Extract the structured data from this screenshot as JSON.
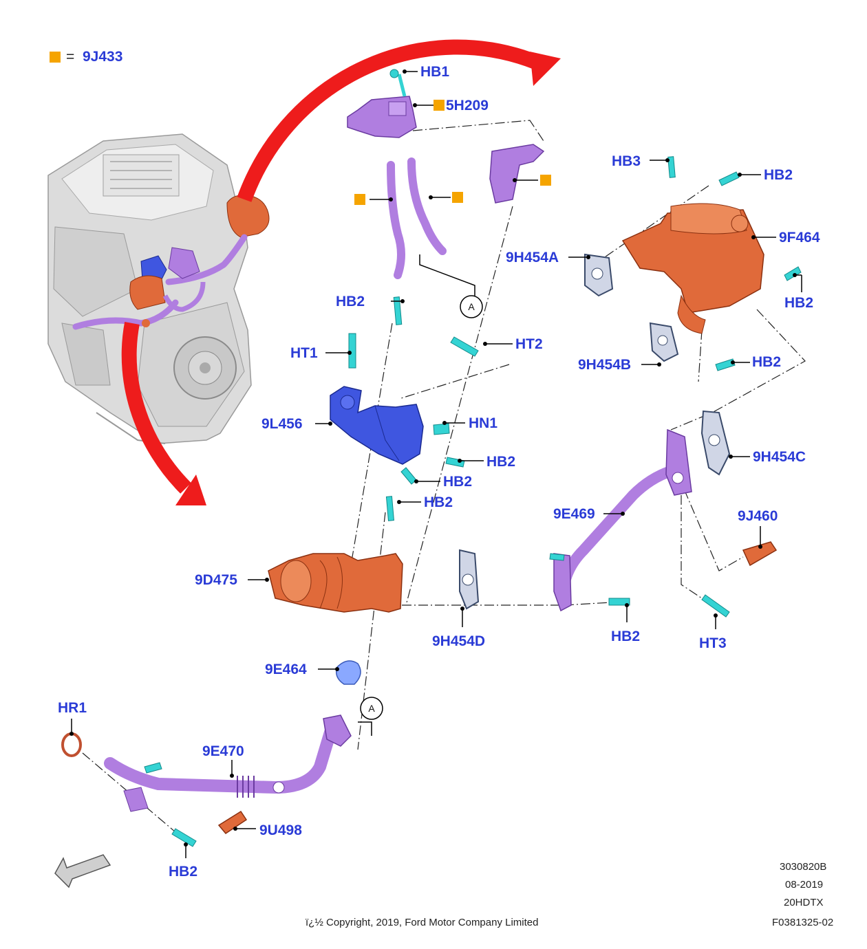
{
  "legend": {
    "equals": "=",
    "code": "9J433"
  },
  "colors": {
    "label": "#2a3bd6",
    "marker": "#f5a400",
    "arrow": "#ee1c1c",
    "purple_part": "#b07ee0",
    "orange_part": "#e06a3a",
    "blue_part": "#3f56e0",
    "fastener": "#34d3d3",
    "gasket": "#4a6b9a"
  },
  "labels": {
    "hb1": "HB1",
    "p5h209": "5H209",
    "hb3": "HB3",
    "hb2_a": "HB2",
    "p9f464": "9F464",
    "p9h454a": "9H454A",
    "hb2_b": "HB2",
    "hb2_c": "HB2",
    "ht2": "HT2",
    "ht1": "HT1",
    "p9h454b": "9H454B",
    "hb2_d": "HB2",
    "hn1": "HN1",
    "p9l456": "9L456",
    "hb2_e": "HB2",
    "hb2_f": "HB2",
    "p9h454c": "9H454C",
    "hb2_g": "HB2",
    "p9e469": "9E469",
    "p9j460": "9J460",
    "p9d475": "9D475",
    "p9h454d": "9H454D",
    "hb2_h": "HB2",
    "ht3": "HT3",
    "p9e464": "9E464",
    "hr1": "HR1",
    "p9e470": "9E470",
    "p9u498": "9U498",
    "hb2_i": "HB2"
  },
  "callout_letters": {
    "a_top": "A",
    "a_bottom": "A"
  },
  "icons": [
    "engine-illustration",
    "red-curved-arrow",
    "direction-arrow-icon",
    "orange-square-marker"
  ],
  "footer": {
    "code1": "3030820B",
    "date": "08-2019",
    "code2": "20HDTX",
    "copyright": "ï¿½ Copyright, 2019, Ford Motor Company Limited",
    "code3": "F0381325-02"
  }
}
